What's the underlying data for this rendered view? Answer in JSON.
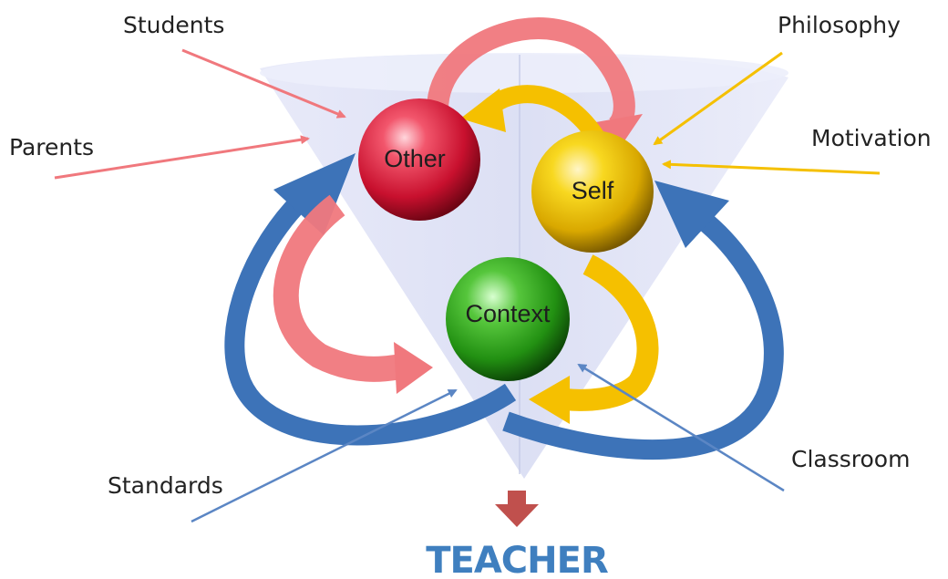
{
  "diagram": {
    "title": "TEACHER",
    "spheres": {
      "other": "Other",
      "self": "Self",
      "context": "Context"
    },
    "influences": {
      "students": "Students",
      "parents": "Parents",
      "philosophy": "Philosophy",
      "motivation": "Motivation",
      "standards": "Standards",
      "classroom": "Classroom"
    },
    "colors": {
      "other": "#e01e3a",
      "self": "#f2c200",
      "context": "#2ea01a",
      "pink_arrow": "#f0787d",
      "gold_arrow": "#f5c000",
      "blue_arrow": "#3d73b8",
      "title": "#3f7fbf",
      "down_arrow": "#c0504d"
    }
  }
}
